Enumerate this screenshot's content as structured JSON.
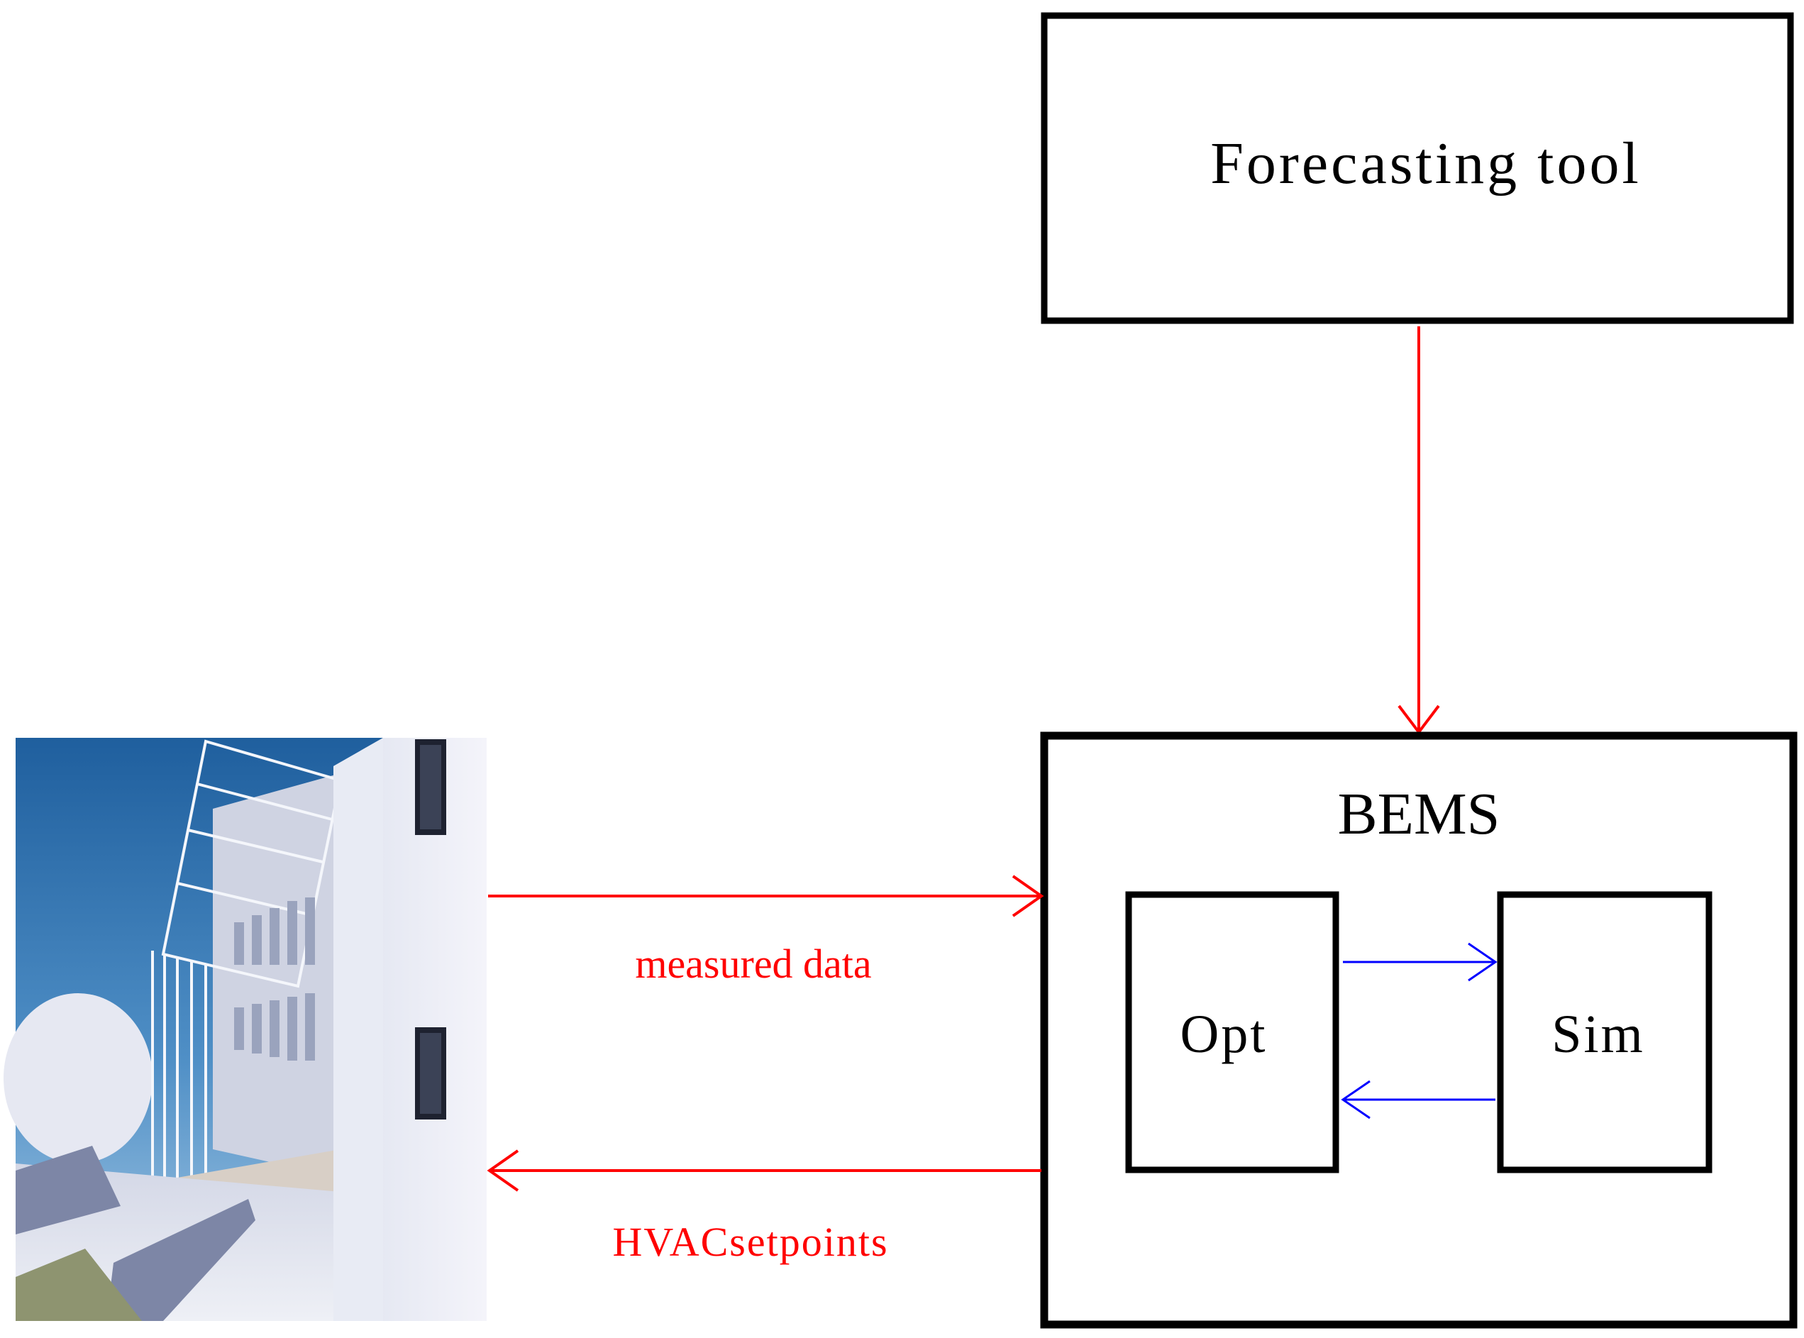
{
  "diagram": {
    "forecasting_box": {
      "label": "Forecasting tool"
    },
    "bems_box": {
      "label": "BEMS",
      "opt_label": "Opt",
      "sim_label": "Sim"
    },
    "building_image": {
      "icon": "building-render-image"
    },
    "flows": {
      "measured_label": "measured data",
      "setpoints_label": "HVACsetpoints"
    },
    "colors": {
      "box_stroke": "#000000",
      "red_arrow": "#ff0000",
      "blue_arrow": "#0000ff",
      "background": "#ffffff"
    }
  }
}
